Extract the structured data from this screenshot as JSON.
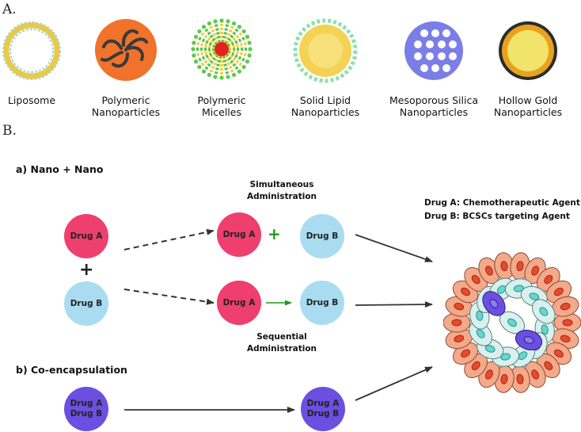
{
  "panel_a": {
    "letter": "A.",
    "nanoparticles": [
      {
        "label": "Liposome"
      },
      {
        "label": "Polymeric Nanoparticles"
      },
      {
        "label": "Polymeric Micelles"
      },
      {
        "label": "Solid Lipid Nanoparticles"
      },
      {
        "label": "Mesoporous Silica Nanoparticles"
      },
      {
        "label": "Hollow Gold Nanoparticles"
      }
    ]
  },
  "panel_b": {
    "letter": "B.",
    "section_a_title": "a) Nano + Nano",
    "section_b_title": "b) Co-encapsulation",
    "simultaneous": "Simultaneous Administration",
    "sequential": "Sequential Administration",
    "plus": "+",
    "drug_a": "Drug A",
    "drug_b": "Drug B",
    "legend_a": "Drug A: Chemotherapeutic Agent",
    "legend_b": "Drug B: BCSCs targeting Agent"
  },
  "colors": {
    "drug_a": "#ee3f6e",
    "drug_b": "#a9dcf1",
    "coencapsulated": "#6b4fe0",
    "green_plus": "#1f9a1f"
  }
}
